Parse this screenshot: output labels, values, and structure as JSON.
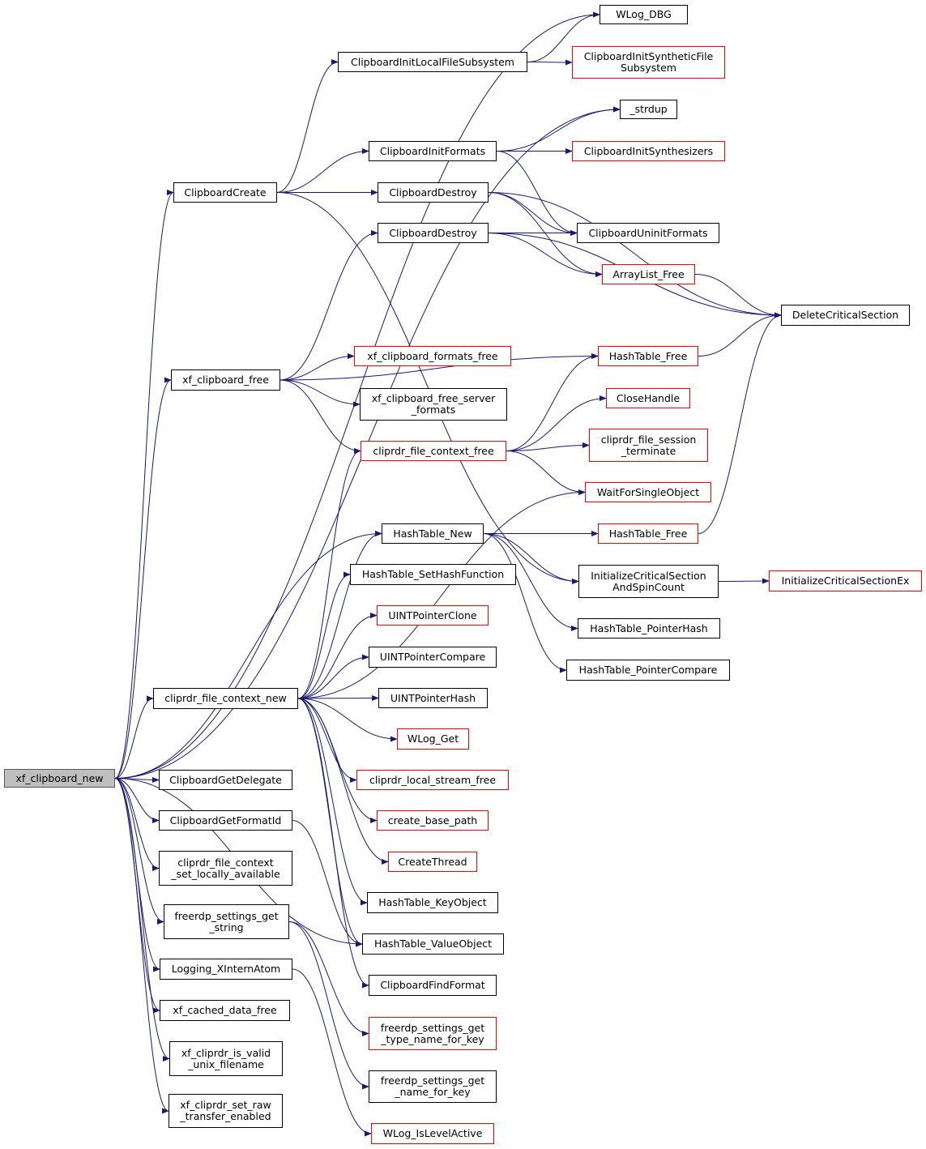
{
  "colors": {
    "edge": "#191970",
    "node_border": "#000000",
    "external_border": "#ff0000",
    "root_fill": "#bfbfbf"
  },
  "nodes": [
    {
      "id": "root",
      "lines": [
        "xf_clipboard_new"
      ],
      "root": true
    },
    {
      "id": "wlog_dbg",
      "lines": [
        "WLog_DBG"
      ]
    },
    {
      "id": "cb_init_local",
      "lines": [
        "ClipboardInitLocalFileSubsystem"
      ]
    },
    {
      "id": "cb_init_synth_file",
      "lines": [
        "ClipboardInitSyntheticFile",
        "Subsystem"
      ],
      "external": true
    },
    {
      "id": "strdup",
      "lines": [
        "_strdup"
      ]
    },
    {
      "id": "cb_init_formats",
      "lines": [
        "ClipboardInitFormats"
      ]
    },
    {
      "id": "cb_init_synthesizers",
      "lines": [
        "ClipboardInitSynthesizers"
      ],
      "external": true
    },
    {
      "id": "cb_create",
      "lines": [
        "ClipboardCreate"
      ]
    },
    {
      "id": "cb_destroy1",
      "lines": [
        "ClipboardDestroy"
      ]
    },
    {
      "id": "cb_destroy2",
      "lines": [
        "ClipboardDestroy"
      ]
    },
    {
      "id": "cb_uninit_formats",
      "lines": [
        "ClipboardUninitFormats"
      ]
    },
    {
      "id": "arraylist_free",
      "lines": [
        "ArrayList_Free"
      ],
      "external": true
    },
    {
      "id": "delete_cs",
      "lines": [
        "DeleteCriticalSection"
      ]
    },
    {
      "id": "hashtable_free1",
      "lines": [
        "HashTable_Free"
      ],
      "external": true
    },
    {
      "id": "xf_formats_free",
      "lines": [
        "xf_clipboard_formats_free"
      ],
      "external": true
    },
    {
      "id": "xf_cb_free",
      "lines": [
        "xf_clipboard_free"
      ]
    },
    {
      "id": "xf_free_server_formats",
      "lines": [
        "xf_clipboard_free_server",
        "_formats"
      ]
    },
    {
      "id": "close_handle",
      "lines": [
        "CloseHandle"
      ],
      "external": true
    },
    {
      "id": "file_ctx_free",
      "lines": [
        "cliprdr_file_context_free"
      ],
      "external": true
    },
    {
      "id": "file_session_term",
      "lines": [
        "cliprdr_file_session",
        "_terminate"
      ],
      "external": true
    },
    {
      "id": "wait_single",
      "lines": [
        "WaitForSingleObject"
      ],
      "external": true
    },
    {
      "id": "hashtable_new",
      "lines": [
        "HashTable_New"
      ]
    },
    {
      "id": "hashtable_free2",
      "lines": [
        "HashTable_Free"
      ],
      "external": true
    },
    {
      "id": "init_cs_spin",
      "lines": [
        "InitializeCriticalSection",
        "AndSpinCount"
      ]
    },
    {
      "id": "init_cs_ex",
      "lines": [
        "InitializeCriticalSectionEx"
      ],
      "external": true
    },
    {
      "id": "ht_set_hash",
      "lines": [
        "HashTable_SetHashFunction"
      ]
    },
    {
      "id": "uint_clone",
      "lines": [
        "UINTPointerClone"
      ],
      "external": true
    },
    {
      "id": "ht_ptr_hash",
      "lines": [
        "HashTable_PointerHash"
      ]
    },
    {
      "id": "uint_compare",
      "lines": [
        "UINTPointerCompare"
      ]
    },
    {
      "id": "ht_ptr_compare",
      "lines": [
        "HashTable_PointerCompare"
      ]
    },
    {
      "id": "file_ctx_new",
      "lines": [
        "cliprdr_file_context_new"
      ]
    },
    {
      "id": "uint_hash",
      "lines": [
        "UINTPointerHash"
      ]
    },
    {
      "id": "wlog_get",
      "lines": [
        "WLog_Get"
      ],
      "external": true
    },
    {
      "id": "local_stream_free",
      "lines": [
        "cliprdr_local_stream_free"
      ],
      "external": true
    },
    {
      "id": "cb_get_delegate",
      "lines": [
        "ClipboardGetDelegate"
      ]
    },
    {
      "id": "cb_get_format_id",
      "lines": [
        "ClipboardGetFormatId"
      ]
    },
    {
      "id": "create_base_path",
      "lines": [
        "create_base_path"
      ],
      "external": true
    },
    {
      "id": "file_ctx_set_local",
      "lines": [
        "cliprdr_file_context",
        "_set_locally_available"
      ]
    },
    {
      "id": "create_thread",
      "lines": [
        "CreateThread"
      ],
      "external": true
    },
    {
      "id": "ht_key_object",
      "lines": [
        "HashTable_KeyObject"
      ]
    },
    {
      "id": "settings_get_string",
      "lines": [
        "freerdp_settings_get",
        "_string"
      ]
    },
    {
      "id": "ht_value_object",
      "lines": [
        "HashTable_ValueObject"
      ]
    },
    {
      "id": "logging_xintern",
      "lines": [
        "Logging_XInternAtom"
      ]
    },
    {
      "id": "cb_find_format",
      "lines": [
        "ClipboardFindFormat"
      ]
    },
    {
      "id": "xf_cached_free",
      "lines": [
        "xf_cached_data_free"
      ]
    },
    {
      "id": "settings_type_name",
      "lines": [
        "freerdp_settings_get",
        "_type_name_for_key"
      ],
      "external": true
    },
    {
      "id": "xf_valid_unix",
      "lines": [
        "xf_cliprdr_is_valid",
        "_unix_filename"
      ]
    },
    {
      "id": "settings_name_key",
      "lines": [
        "freerdp_settings_get",
        "_name_for_key"
      ]
    },
    {
      "id": "xf_set_raw",
      "lines": [
        "xf_cliprdr_set_raw",
        "_transfer_enabled"
      ]
    },
    {
      "id": "wlog_islevel",
      "lines": [
        "WLog_IsLevelActive"
      ],
      "external": true
    }
  ],
  "edges": [
    [
      "root",
      "wlog_dbg"
    ],
    [
      "root",
      "strdup"
    ],
    [
      "root",
      "cb_create"
    ],
    [
      "root",
      "xf_cb_free"
    ],
    [
      "root",
      "hashtable_new"
    ],
    [
      "root",
      "file_ctx_new"
    ],
    [
      "root",
      "cb_get_delegate"
    ],
    [
      "root",
      "cb_get_format_id"
    ],
    [
      "root",
      "file_ctx_set_local"
    ],
    [
      "root",
      "settings_get_string"
    ],
    [
      "root",
      "logging_xintern"
    ],
    [
      "root",
      "xf_cached_free"
    ],
    [
      "root",
      "xf_valid_unix"
    ],
    [
      "root",
      "xf_set_raw"
    ],
    [
      "root",
      "ht_value_object"
    ],
    [
      "cb_init_local",
      "wlog_dbg"
    ],
    [
      "cb_init_local",
      "cb_init_synth_file"
    ],
    [
      "cb_init_formats",
      "strdup"
    ],
    [
      "cb_init_formats",
      "cb_init_synthesizers"
    ],
    [
      "cb_init_formats",
      "cb_uninit_formats"
    ],
    [
      "cb_create",
      "cb_init_local"
    ],
    [
      "cb_create",
      "cb_init_formats"
    ],
    [
      "cb_create",
      "cb_destroy1"
    ],
    [
      "cb_create",
      "init_cs_spin"
    ],
    [
      "cb_destroy1",
      "cb_uninit_formats"
    ],
    [
      "cb_destroy1",
      "arraylist_free"
    ],
    [
      "cb_destroy1",
      "delete_cs"
    ],
    [
      "cb_destroy2",
      "cb_uninit_formats"
    ],
    [
      "cb_destroy2",
      "arraylist_free"
    ],
    [
      "cb_destroy2",
      "delete_cs"
    ],
    [
      "arraylist_free",
      "delete_cs"
    ],
    [
      "hashtable_free1",
      "delete_cs"
    ],
    [
      "hashtable_free2",
      "delete_cs"
    ],
    [
      "xf_cb_free",
      "cb_destroy2"
    ],
    [
      "xf_cb_free",
      "hashtable_free1"
    ],
    [
      "xf_cb_free",
      "xf_formats_free"
    ],
    [
      "xf_cb_free",
      "xf_free_server_formats"
    ],
    [
      "xf_cb_free",
      "file_ctx_free"
    ],
    [
      "file_ctx_free",
      "hashtable_free1"
    ],
    [
      "file_ctx_free",
      "close_handle"
    ],
    [
      "file_ctx_free",
      "file_session_term"
    ],
    [
      "file_ctx_free",
      "wait_single"
    ],
    [
      "hashtable_new",
      "hashtable_free2"
    ],
    [
      "hashtable_new",
      "init_cs_spin"
    ],
    [
      "hashtable_new",
      "ht_ptr_hash"
    ],
    [
      "hashtable_new",
      "ht_ptr_compare"
    ],
    [
      "init_cs_spin",
      "init_cs_ex"
    ],
    [
      "file_ctx_new",
      "file_ctx_free"
    ],
    [
      "file_ctx_new",
      "wait_single"
    ],
    [
      "file_ctx_new",
      "hashtable_new"
    ],
    [
      "file_ctx_new",
      "ht_set_hash"
    ],
    [
      "file_ctx_new",
      "uint_clone"
    ],
    [
      "file_ctx_new",
      "uint_compare"
    ],
    [
      "file_ctx_new",
      "uint_hash"
    ],
    [
      "file_ctx_new",
      "wlog_get"
    ],
    [
      "file_ctx_new",
      "local_stream_free"
    ],
    [
      "file_ctx_new",
      "create_base_path"
    ],
    [
      "file_ctx_new",
      "create_thread"
    ],
    [
      "file_ctx_new",
      "ht_key_object"
    ],
    [
      "file_ctx_new",
      "ht_value_object"
    ],
    [
      "file_ctx_new",
      "cb_find_format"
    ],
    [
      "cb_get_format_id",
      "ht_value_object"
    ],
    [
      "settings_get_string",
      "settings_type_name"
    ],
    [
      "settings_get_string",
      "settings_name_key"
    ],
    [
      "logging_xintern",
      "wlog_islevel"
    ]
  ]
}
